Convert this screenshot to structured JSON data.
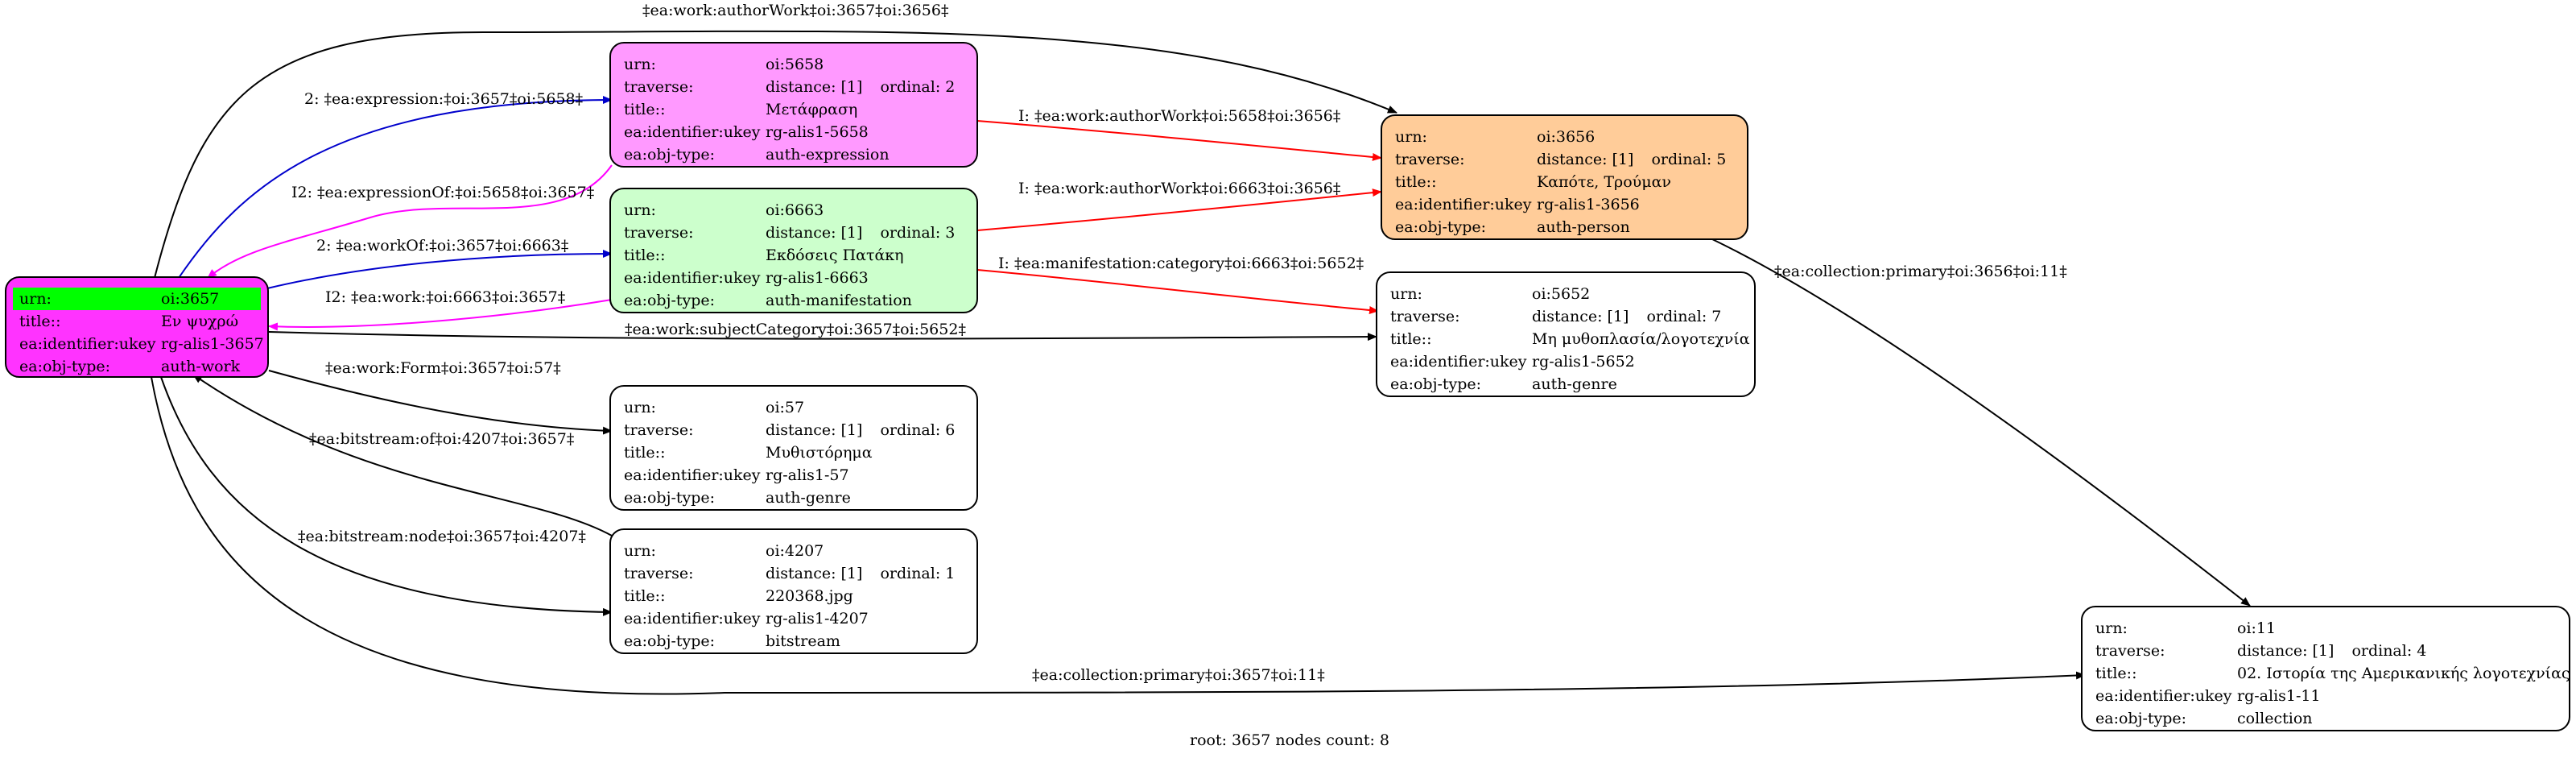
{
  "nodes": {
    "root": {
      "fill": "#ff33ff",
      "rows": [
        {
          "k": "urn:",
          "v": "oi:3657"
        },
        {
          "k": "title::",
          "v": "Εν ψυχρώ"
        },
        {
          "k": "ea:identifier:ukey",
          "v": "rg-alis1-3657"
        },
        {
          "k": "ea:obj-type:",
          "v": "auth-work"
        }
      ]
    },
    "n5658": {
      "fill": "#ff99ff",
      "rows": [
        {
          "k": "urn:",
          "v": "oi:5658"
        },
        {
          "k": "traverse:",
          "v": "distance: [1]",
          "v2": "ordinal: 2"
        },
        {
          "k": "title::",
          "v": "Μετάφραση"
        },
        {
          "k": "ea:identifier:ukey",
          "v": "rg-alis1-5658"
        },
        {
          "k": "ea:obj-type:",
          "v": "auth-expression"
        }
      ]
    },
    "n6663": {
      "fill": "#ccffcc",
      "rows": [
        {
          "k": "urn:",
          "v": "oi:6663"
        },
        {
          "k": "traverse:",
          "v": "distance: [1]",
          "v2": "ordinal: 3"
        },
        {
          "k": "title::",
          "v": "Εκδόσεις Πατάκη"
        },
        {
          "k": "ea:identifier:ukey",
          "v": "rg-alis1-6663"
        },
        {
          "k": "ea:obj-type:",
          "v": "auth-manifestation"
        }
      ]
    },
    "n57": {
      "fill": "#ffffff",
      "rows": [
        {
          "k": "urn:",
          "v": "oi:57"
        },
        {
          "k": "traverse:",
          "v": "distance: [1]",
          "v2": "ordinal: 6"
        },
        {
          "k": "title::",
          "v": "Μυθιστόρημα"
        },
        {
          "k": "ea:identifier:ukey",
          "v": "rg-alis1-57"
        },
        {
          "k": "ea:obj-type:",
          "v": "auth-genre"
        }
      ]
    },
    "n4207": {
      "fill": "#ffffff",
      "rows": [
        {
          "k": "urn:",
          "v": "oi:4207"
        },
        {
          "k": "traverse:",
          "v": "distance: [1]",
          "v2": "ordinal: 1"
        },
        {
          "k": "title::",
          "v": "220368.jpg"
        },
        {
          "k": "ea:identifier:ukey",
          "v": "rg-alis1-4207"
        },
        {
          "k": "ea:obj-type:",
          "v": "bitstream"
        }
      ]
    },
    "n3656": {
      "fill": "#ffcc99",
      "rows": [
        {
          "k": "urn:",
          "v": "oi:3656"
        },
        {
          "k": "traverse:",
          "v": "distance: [1]",
          "v2": "ordinal: 5"
        },
        {
          "k": "title::",
          "v": "Καπότε, Τρούμαν"
        },
        {
          "k": "ea:identifier:ukey",
          "v": "rg-alis1-3656"
        },
        {
          "k": "ea:obj-type:",
          "v": "auth-person"
        }
      ]
    },
    "n5652": {
      "fill": "#ffffff",
      "rows": [
        {
          "k": "urn:",
          "v": "oi:5652"
        },
        {
          "k": "traverse:",
          "v": "distance: [1]",
          "v2": "ordinal: 7"
        },
        {
          "k": "title::",
          "v": "Μη μυθοπλασία/λογοτεχνία"
        },
        {
          "k": "ea:identifier:ukey",
          "v": "rg-alis1-5652"
        },
        {
          "k": "ea:obj-type:",
          "v": "auth-genre"
        }
      ]
    },
    "n11": {
      "fill": "#ffffff",
      "rows": [
        {
          "k": "urn:",
          "v": "oi:11"
        },
        {
          "k": "traverse:",
          "v": "distance: [1]",
          "v2": "ordinal: 4"
        },
        {
          "k": "title::",
          "v": "02. Ιστορία της Αμερικανικής λογοτεχνίας"
        },
        {
          "k": "ea:identifier:ukey",
          "v": "rg-alis1-11"
        },
        {
          "k": "ea:obj-type:",
          "v": "collection"
        }
      ]
    }
  },
  "edges": [
    {
      "id": "e-authorwork-root",
      "color": "#000000",
      "label": "‡ea:work:authorWork‡oi:3657‡oi:3656‡"
    },
    {
      "id": "e-expression",
      "color": "#0000cc",
      "label": "2: ‡ea:expression:‡oi:3657‡oi:5658‡"
    },
    {
      "id": "e-expressionof",
      "color": "#ff00ff",
      "label": "I2: ‡ea:expressionOf:‡oi:5658‡oi:3657‡"
    },
    {
      "id": "e-workof",
      "color": "#0000cc",
      "label": "2: ‡ea:workOf:‡oi:3657‡oi:6663‡"
    },
    {
      "id": "e-work",
      "color": "#ff00ff",
      "label": "I2: ‡ea:work:‡oi:6663‡oi:3657‡"
    },
    {
      "id": "e-subjectcategory",
      "color": "#000000",
      "label": "‡ea:work:subjectCategory‡oi:3657‡oi:5652‡"
    },
    {
      "id": "e-form",
      "color": "#000000",
      "label": "‡ea:work:Form‡oi:3657‡oi:57‡"
    },
    {
      "id": "e-bitstream-of",
      "color": "#000000",
      "label": "‡ea:bitstream:of‡oi:4207‡oi:3657‡"
    },
    {
      "id": "e-bitstream-node",
      "color": "#000000",
      "label": "‡ea:bitstream:node‡oi:3657‡oi:4207‡"
    },
    {
      "id": "e-collection-root",
      "color": "#000000",
      "label": "‡ea:collection:primary‡oi:3657‡oi:11‡"
    },
    {
      "id": "e-authorwork-5658",
      "color": "#ff0000",
      "label": "I: ‡ea:work:authorWork‡oi:5658‡oi:3656‡"
    },
    {
      "id": "e-authorwork-6663",
      "color": "#ff0000",
      "label": "I: ‡ea:work:authorWork‡oi:6663‡oi:3656‡"
    },
    {
      "id": "e-manifestation-category",
      "color": "#ff0000",
      "label": "I: ‡ea:manifestation:category‡oi:6663‡oi:5652‡"
    },
    {
      "id": "e-collection-3656",
      "color": "#000000",
      "label": "‡ea:collection:primary‡oi:3656‡oi:11‡"
    }
  ],
  "footer": "root: 3657 nodes count: 8"
}
